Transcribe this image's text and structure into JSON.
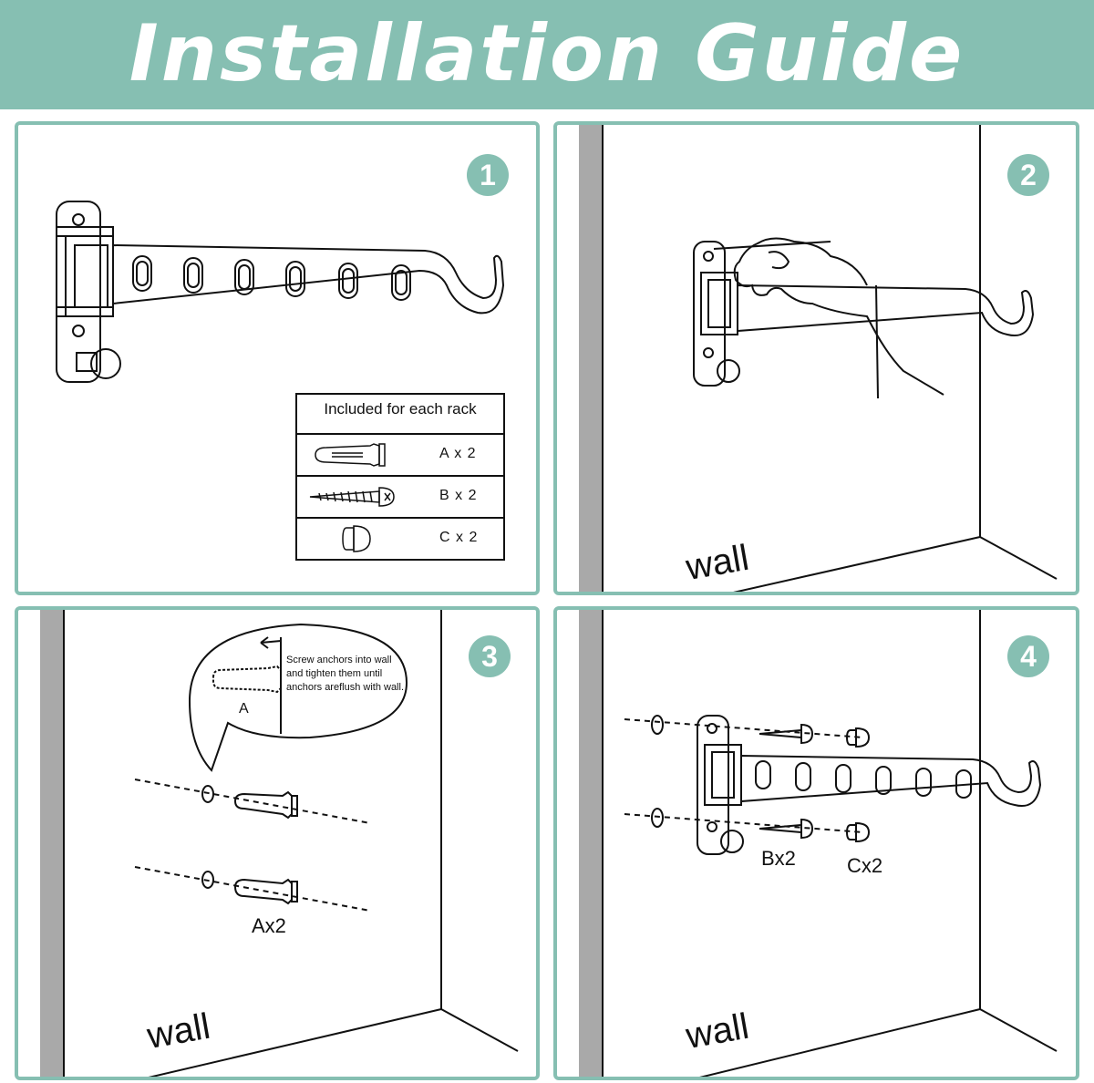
{
  "header": {
    "title": "Installation Guide"
  },
  "steps": [
    {
      "number": "1"
    },
    {
      "number": "2",
      "wall_label": "wall"
    },
    {
      "number": "3",
      "wall_label": "wall",
      "callout_part": "A",
      "callout_text": "Screw anchors into wall and tighten them until anchors areflush with wall.",
      "anchor_qty": "Ax2"
    },
    {
      "number": "4",
      "wall_label": "wall",
      "screw_qty": "Bx2",
      "cap_qty": "Cx2"
    }
  ],
  "kit": {
    "title": "Included for each rack",
    "items": [
      {
        "part": "anchor-icon",
        "qty": "A x 2"
      },
      {
        "part": "screw-icon",
        "qty": "B x 2"
      },
      {
        "part": "cap-icon",
        "qty": "C x 2"
      }
    ]
  },
  "colors": {
    "accent": "#86bfb2",
    "line": "#111111",
    "wall_edge": "#a9a9a9"
  }
}
